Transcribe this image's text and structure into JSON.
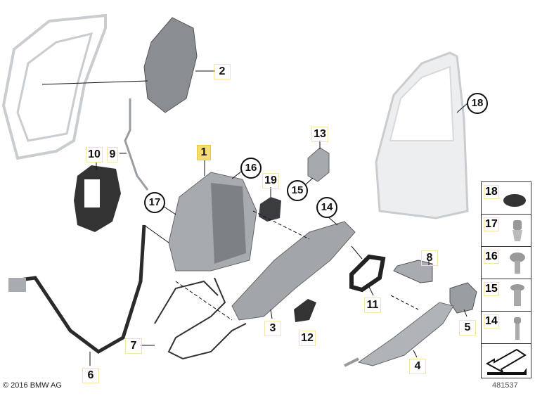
{
  "copyright": "© 2016 BMW AG",
  "diagram_number": "481537",
  "labels": {
    "l1": "1",
    "l2": "2",
    "l3": "3",
    "l4": "4",
    "l5": "5",
    "l6": "6",
    "l7": "7",
    "l8": "8",
    "l9": "9",
    "l10": "10",
    "l11": "11",
    "l12": "12",
    "l13": "13",
    "l14": "14",
    "l15": "15",
    "l16": "16",
    "l17": "17",
    "l18": "18",
    "l19": "19"
  },
  "panel": [
    {
      "num": "18",
      "icon": "grommet-icon"
    },
    {
      "num": "17",
      "icon": "clip-icon"
    },
    {
      "num": "16",
      "icon": "screw-pan-head-icon"
    },
    {
      "num": "15",
      "icon": "screw-countersunk-icon"
    },
    {
      "num": "14",
      "icon": "screw-cylinder-head-icon"
    }
  ],
  "colors": {
    "highlight": "#f7dc6f",
    "label_box": "#f6e4a8",
    "part": "#8a8d92"
  }
}
